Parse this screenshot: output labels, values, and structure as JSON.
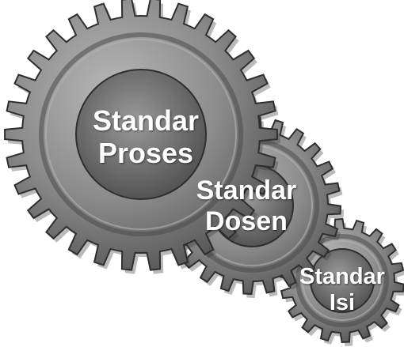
{
  "gears": [
    {
      "id": "proses",
      "lines": [
        "Standar",
        "Proses"
      ]
    },
    {
      "id": "dosen",
      "lines": [
        "Standar",
        "Dosen"
      ]
    },
    {
      "id": "isi",
      "lines": [
        "Standar",
        "Isi"
      ]
    }
  ],
  "colors": {
    "gear_light": "#b4b4b4",
    "gear_mid": "#8a8a8a",
    "gear_dark": "#4a4a4a",
    "gear_edge": "#2e2e2e",
    "label_text": "#ffffff",
    "background": "#ffffff"
  }
}
